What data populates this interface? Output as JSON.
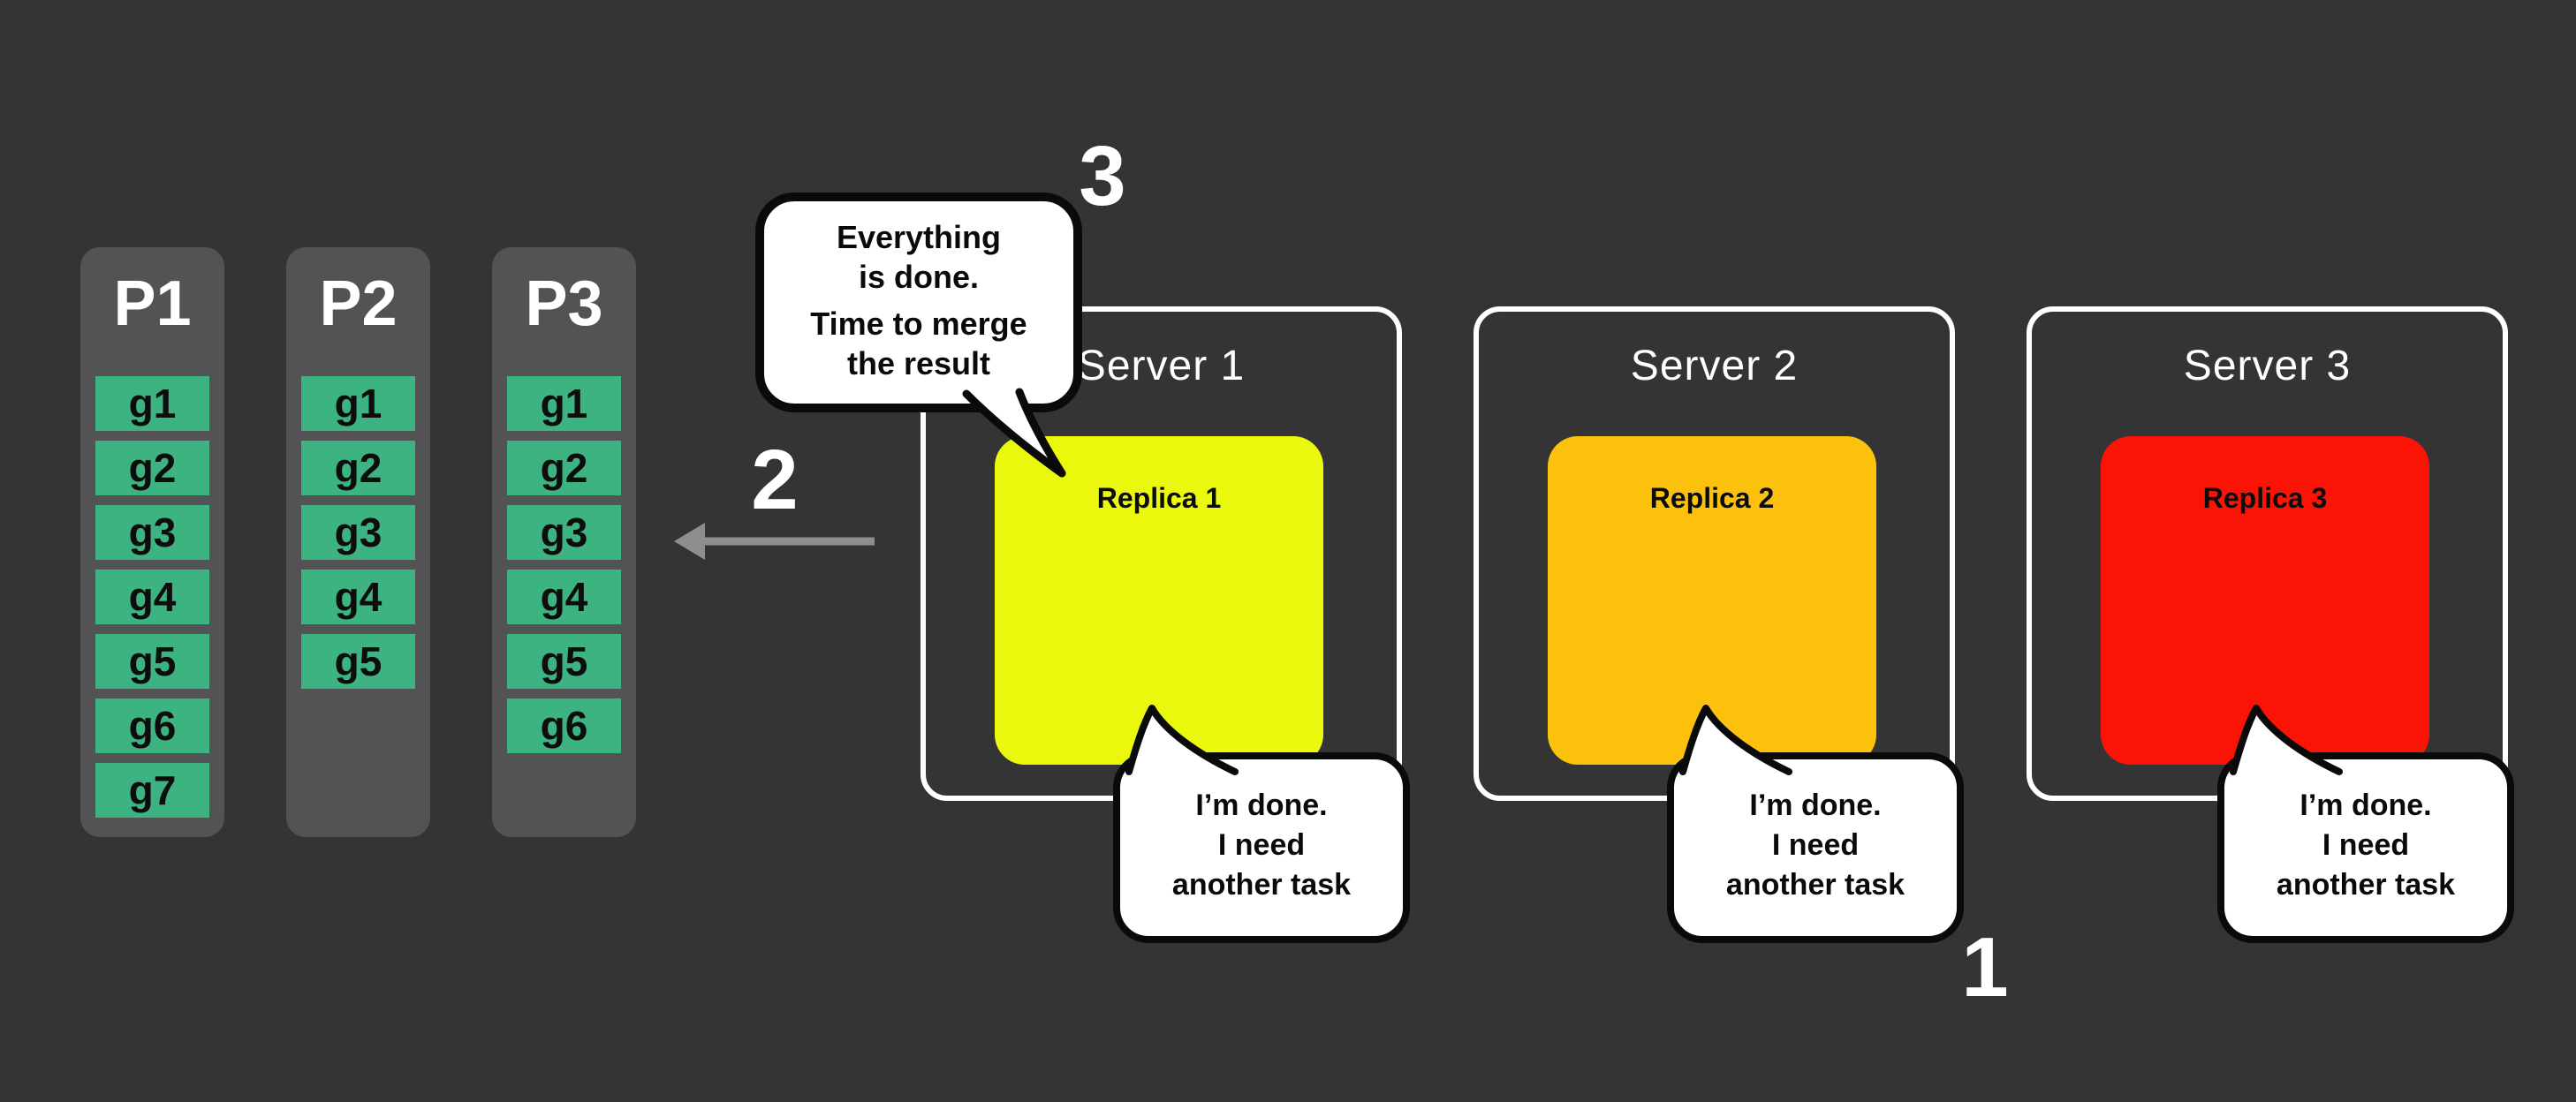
{
  "colors": {
    "background": "#343434",
    "partition_bg": "#535356",
    "task_green": "#3DB381",
    "replica1_yellow": "#E9F80D",
    "replica2_orange": "#FCC10D",
    "replica3_red": "#FB1406",
    "bubble_bg": "#FFFFFF",
    "outline_black": "#0A0A0A",
    "server_border": "#FFFFFF",
    "arrow_gray": "#8E8E8E",
    "label_white": "#FFFFFF"
  },
  "partitions": [
    {
      "label": "P1",
      "tasks": [
        "g1",
        "g2",
        "g3",
        "g4",
        "g5",
        "g6",
        "g7"
      ]
    },
    {
      "label": "P2",
      "tasks": [
        "g1",
        "g2",
        "g3",
        "g4",
        "g5"
      ]
    },
    {
      "label": "P3",
      "tasks": [
        "g1",
        "g2",
        "g3",
        "g4",
        "g5",
        "g6"
      ]
    }
  ],
  "servers": [
    {
      "label": "Server 1",
      "replica": "Replica 1"
    },
    {
      "label": "Server 2",
      "replica": "Replica 2"
    },
    {
      "label": "Server 3",
      "replica": "Replica 3"
    }
  ],
  "worker_bubble_lines": [
    "I’m done.",
    "I need",
    "another task"
  ],
  "merge_bubble_lines": [
    "Everything",
    "is done.",
    "Time to merge",
    "the result"
  ],
  "step_labels": {
    "request_step": "1",
    "assign_step": "2",
    "merge_step": "3"
  }
}
